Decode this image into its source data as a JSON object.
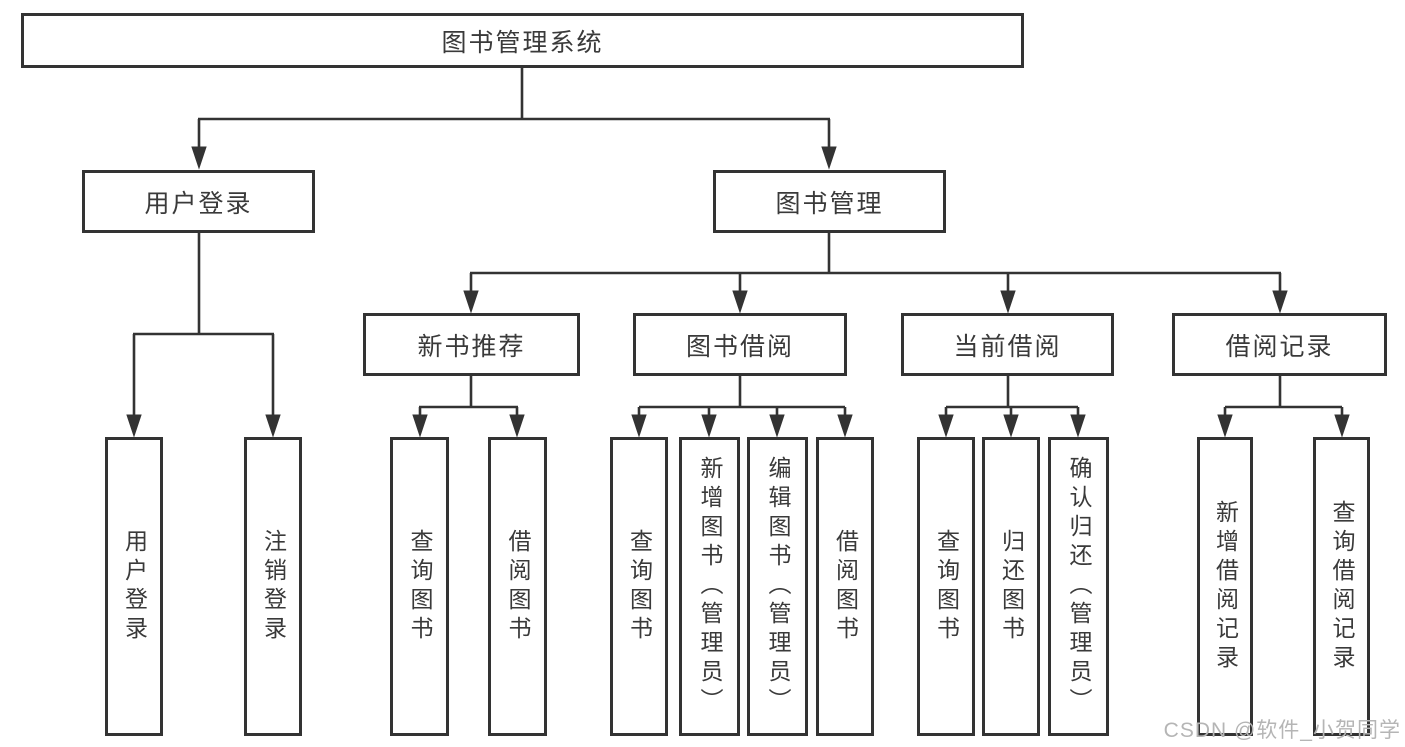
{
  "diagram_type": "hierarchy-tree",
  "tree": {
    "root": {
      "label": "图书管理系统",
      "children": [
        {
          "label": "用户登录",
          "children": [
            {
              "label": "用户登录"
            },
            {
              "label": "注销登录"
            }
          ]
        },
        {
          "label": "图书管理",
          "children": [
            {
              "label": "新书推荐",
              "children": [
                {
                  "label": "查询图书"
                },
                {
                  "label": "借阅图书"
                }
              ]
            },
            {
              "label": "图书借阅",
              "children": [
                {
                  "label": "查询图书"
                },
                {
                  "label": "新增图书（管理员）"
                },
                {
                  "label": "编辑图书（管理员）"
                },
                {
                  "label": "借阅图书"
                }
              ]
            },
            {
              "label": "当前借阅",
              "children": [
                {
                  "label": "查询图书"
                },
                {
                  "label": "归还图书"
                },
                {
                  "label": "确认归还（管理员）"
                }
              ]
            },
            {
              "label": "借阅记录",
              "children": [
                {
                  "label": "新增借阅记录"
                },
                {
                  "label": "查询借阅记录"
                }
              ]
            }
          ]
        }
      ]
    }
  },
  "watermark": {
    "text": "CSDN @软件_小贺同学"
  },
  "colors": {
    "line": "#333333",
    "box_border": "#333333",
    "text": "#3a3a3a",
    "background": "#ffffff",
    "watermark": "#b5b5b5"
  }
}
